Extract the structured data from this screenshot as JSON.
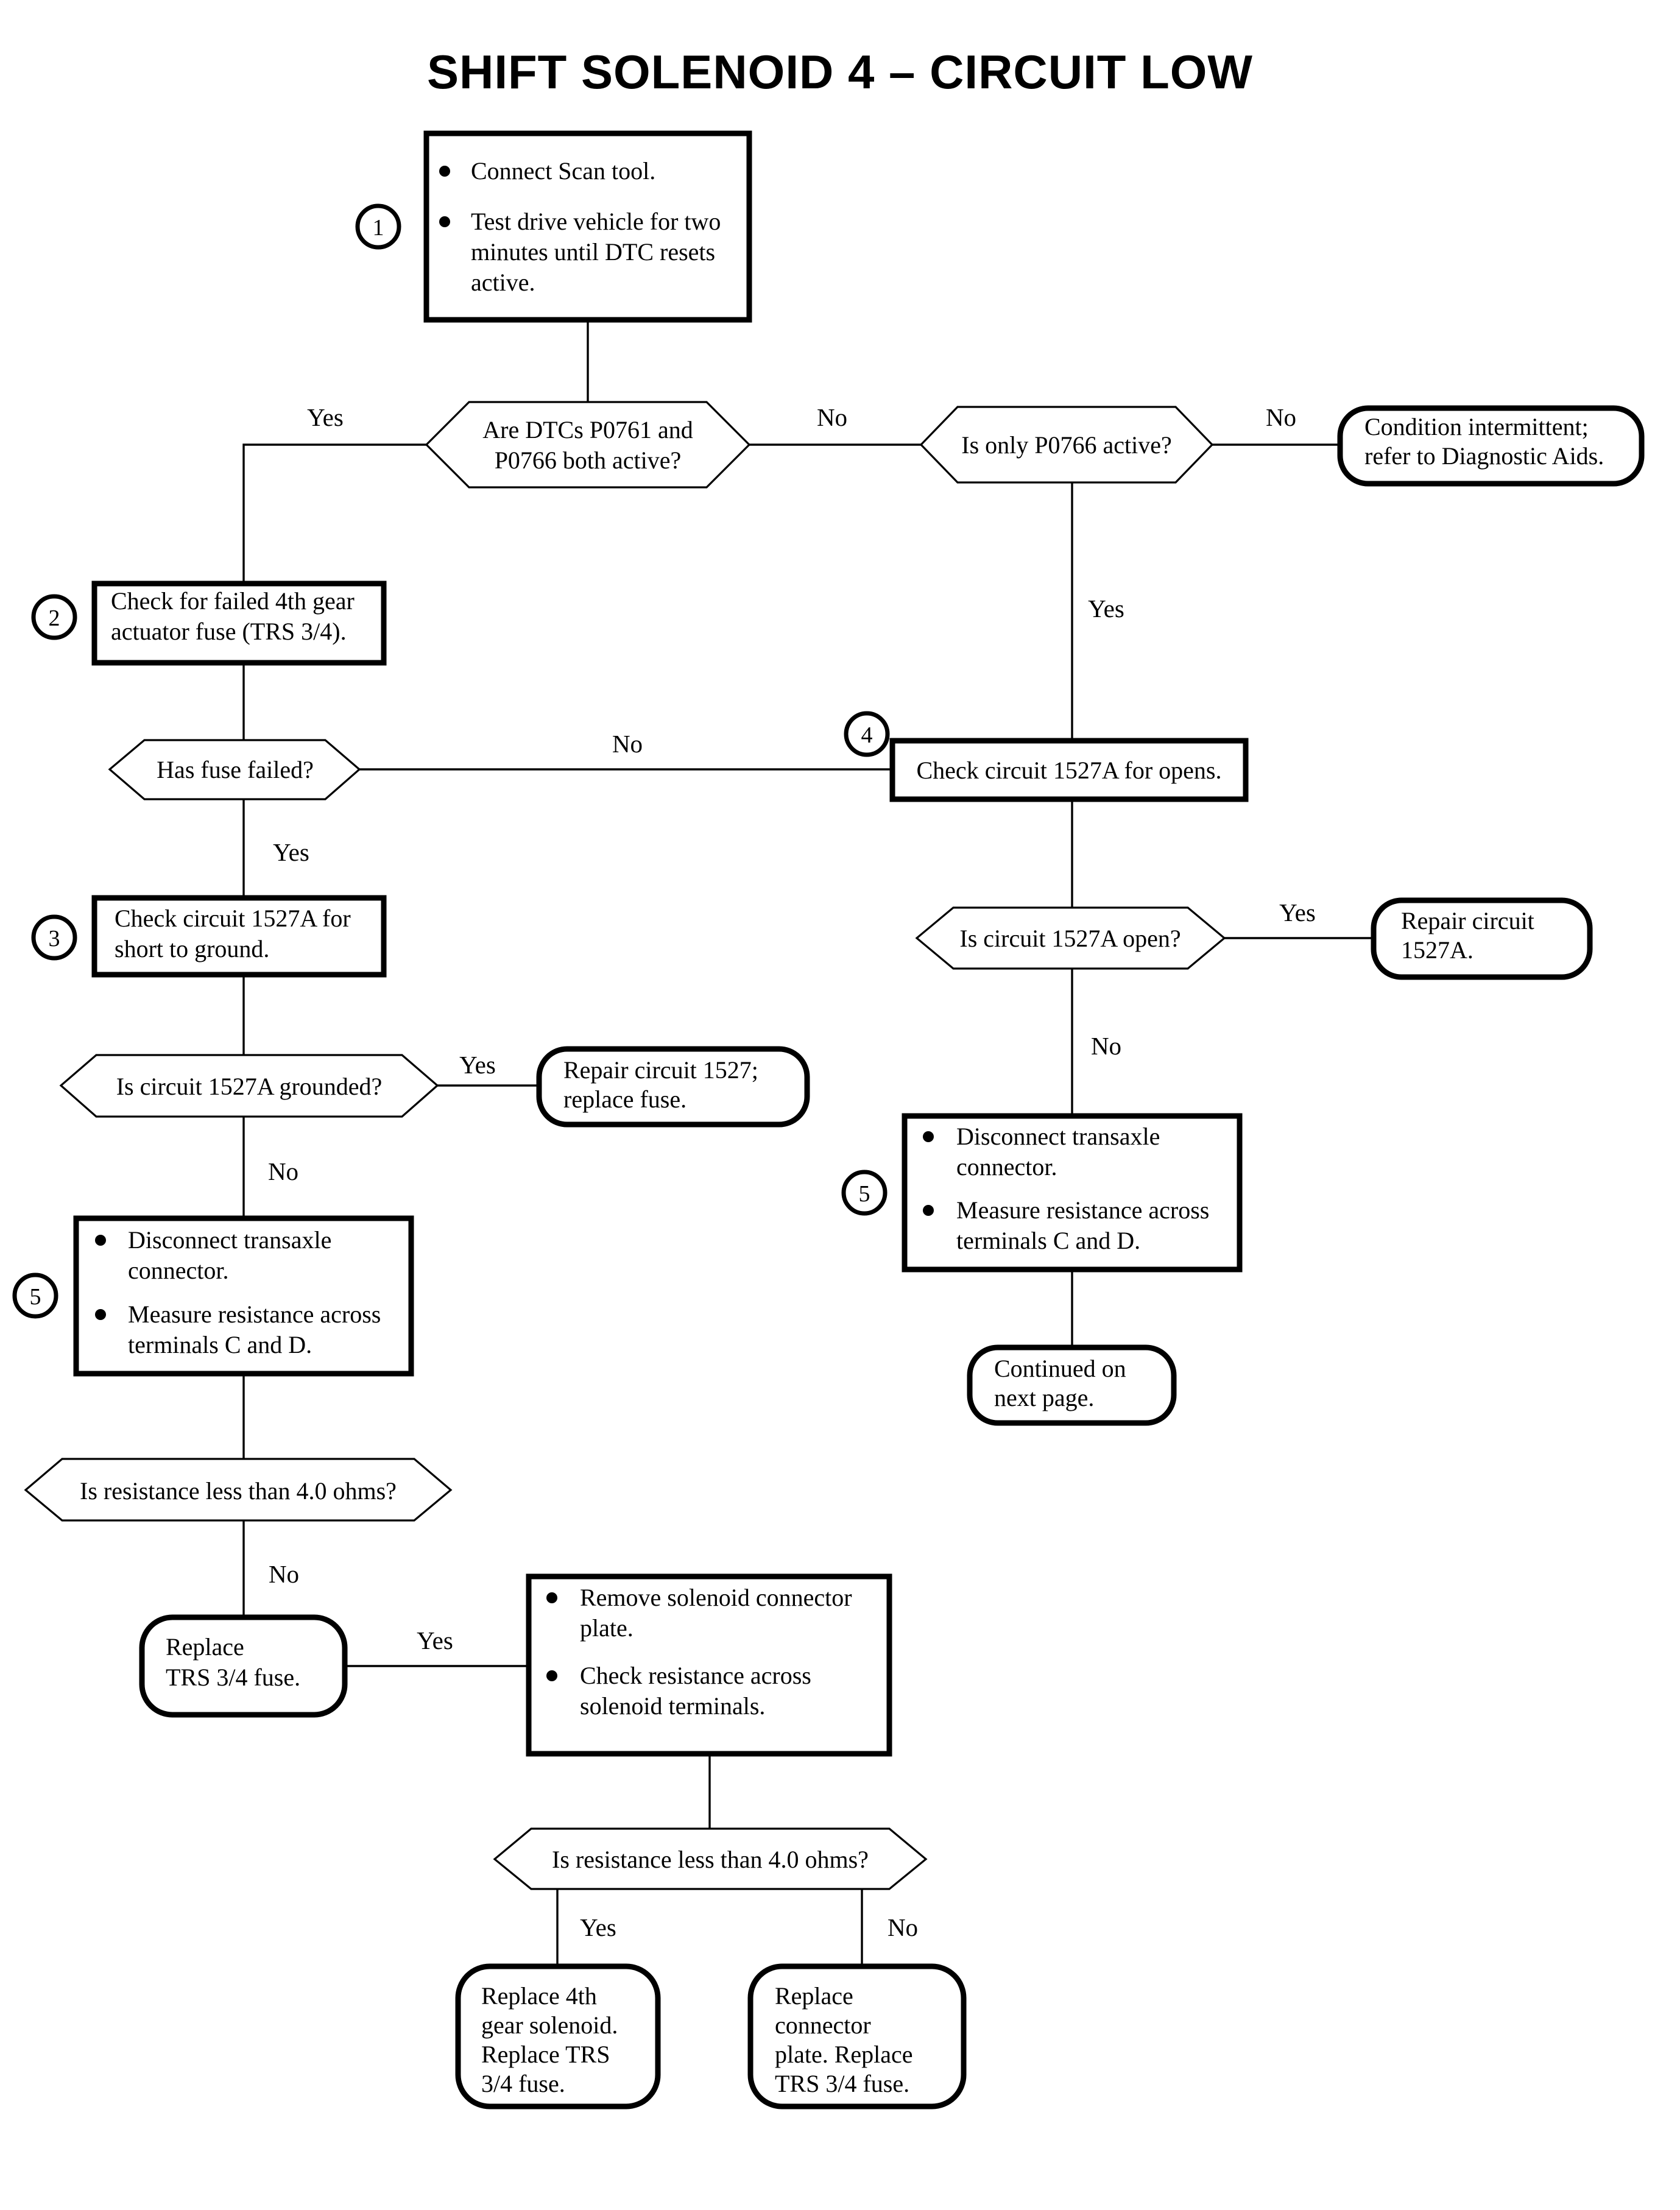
{
  "document": {
    "title": "SHIFT SOLENOID 4 – CIRCUIT LOW"
  },
  "chart_data": {
    "type": "flowchart",
    "title": "SHIFT SOLENOID 4 – CIRCUIT LOW",
    "shape_legend": {
      "process": "rectangle with thick border",
      "decision": "hexagon with thin border",
      "terminal": "rounded rectangle with thick border"
    },
    "nodes": [
      {
        "id": "step1",
        "type": "process",
        "step_marker": "1",
        "bullets": [
          "Connect Scan tool.",
          "Test drive vehicle for two minutes until DTC resets active."
        ]
      },
      {
        "id": "d1",
        "type": "decision",
        "text": "Are DTCs P0761 and P0766 both active?"
      },
      {
        "id": "d2",
        "type": "decision",
        "text": "Is only P0766 active?"
      },
      {
        "id": "t1",
        "type": "terminal",
        "text": "Condition intermittent; refer to Diagnostic Aids."
      },
      {
        "id": "step2",
        "type": "process",
        "step_marker": "2",
        "text": "Check for failed 4th gear actuator fuse (TRS 3/4)."
      },
      {
        "id": "d3",
        "type": "decision",
        "text": "Has fuse failed?"
      },
      {
        "id": "step4",
        "type": "process",
        "step_marker": "4",
        "text": "Check circuit 1527A for opens."
      },
      {
        "id": "step3",
        "type": "process",
        "step_marker": "3",
        "text": "Check circuit 1527A for short to ground."
      },
      {
        "id": "d4",
        "type": "decision",
        "text": "Is circuit 1527A open?"
      },
      {
        "id": "t2",
        "type": "terminal",
        "text": "Repair circuit 1527A."
      },
      {
        "id": "d5",
        "type": "decision",
        "text": "Is circuit 1527A grounded?"
      },
      {
        "id": "t3",
        "type": "terminal",
        "text": "Repair circuit 1527; replace fuse."
      },
      {
        "id": "step5right",
        "type": "process",
        "step_marker": "5",
        "bullets": [
          "Disconnect transaxle connector.",
          "Measure resistance across terminals C and D."
        ]
      },
      {
        "id": "t4",
        "type": "terminal",
        "text": "Continued on next page."
      },
      {
        "id": "step5left",
        "type": "process",
        "step_marker": "5",
        "bullets": [
          "Disconnect transaxle connector.",
          "Measure resistance across terminals C and D."
        ]
      },
      {
        "id": "d6",
        "type": "decision",
        "text": "Is resistance less than 4.0 ohms?"
      },
      {
        "id": "t5",
        "type": "terminal",
        "text": "Replace TRS 3/4 fuse."
      },
      {
        "id": "step6",
        "type": "process",
        "bullets": [
          "Remove solenoid connector plate.",
          "Check resistance across solenoid terminals."
        ]
      },
      {
        "id": "d7",
        "type": "decision",
        "text": "Is resistance less than 4.0 ohms?"
      },
      {
        "id": "t6",
        "type": "terminal",
        "text": "Replace 4th gear solenoid. Replace TRS 3/4 fuse."
      },
      {
        "id": "t7",
        "type": "terminal",
        "text": "Replace connector plate. Replace TRS 3/4 fuse."
      }
    ],
    "edges": [
      {
        "from": "step1",
        "to": "d1",
        "label": ""
      },
      {
        "from": "d1",
        "to": "step2",
        "label": "Yes"
      },
      {
        "from": "d1",
        "to": "d2",
        "label": "No"
      },
      {
        "from": "d2",
        "to": "t1",
        "label": "No"
      },
      {
        "from": "d2",
        "to": "step4",
        "label": "Yes"
      },
      {
        "from": "step2",
        "to": "d3",
        "label": ""
      },
      {
        "from": "d3",
        "to": "step4",
        "label": "No"
      },
      {
        "from": "d3",
        "to": "step3",
        "label": "Yes"
      },
      {
        "from": "step4",
        "to": "d4",
        "label": ""
      },
      {
        "from": "d4",
        "to": "t2",
        "label": "Yes"
      },
      {
        "from": "d4",
        "to": "step5right",
        "label": "No"
      },
      {
        "from": "step3",
        "to": "d5",
        "label": ""
      },
      {
        "from": "d5",
        "to": "t3",
        "label": "Yes"
      },
      {
        "from": "d5",
        "to": "step5left",
        "label": "No"
      },
      {
        "from": "step5right",
        "to": "t4",
        "label": ""
      },
      {
        "from": "step5left",
        "to": "d6",
        "label": ""
      },
      {
        "from": "d6",
        "to": "t5",
        "label": "No"
      },
      {
        "from": "t5",
        "to": "step6",
        "label": "Yes"
      },
      {
        "from": "step6",
        "to": "d7",
        "label": ""
      },
      {
        "from": "d7",
        "to": "t6",
        "label": "Yes"
      },
      {
        "from": "d7",
        "to": "t7",
        "label": "No"
      }
    ]
  },
  "labels": {
    "step_markers": {
      "one": "1",
      "two": "2",
      "three": "3",
      "four": "4",
      "five_left": "5",
      "five_right": "5"
    },
    "step1": {
      "bullet1": "Connect Scan tool.",
      "bullet2_line1": "Test drive vehicle for two",
      "bullet2_line2": "minutes until DTC resets",
      "bullet2_line3": "active."
    },
    "d1": {
      "line1": "Are DTCs P0761 and",
      "line2": "P0766 both active?"
    },
    "d2": {
      "line1": "Is only P0766 active?"
    },
    "t1": {
      "line1": "Condition intermittent;",
      "line2": "refer to Diagnostic Aids."
    },
    "step2": {
      "line1": "Check for failed 4th gear",
      "line2": "actuator fuse (TRS 3/4)."
    },
    "d3": {
      "line1": "Has fuse failed?"
    },
    "step4": {
      "line1": "Check circuit 1527A for opens."
    },
    "step3": {
      "line1": "Check circuit 1527A for",
      "line2": "short to ground."
    },
    "d4": {
      "line1": "Is circuit 1527A open?"
    },
    "t2": {
      "line1": "Repair circuit",
      "line2": "1527A."
    },
    "d5": {
      "line1": "Is circuit 1527A grounded?"
    },
    "t3": {
      "line1": "Repair circuit 1527;",
      "line2": "replace fuse."
    },
    "step5right": {
      "b1l1": "Disconnect transaxle",
      "b1l2": "connector.",
      "b2l1": "Measure resistance across",
      "b2l2": "terminals C and D."
    },
    "t4": {
      "line1": "Continued on",
      "line2": "next page."
    },
    "step5left": {
      "b1l1": "Disconnect transaxle",
      "b1l2": "connector.",
      "b2l1": "Measure resistance across",
      "b2l2": "terminals C and D."
    },
    "d6": {
      "line1": "Is resistance less than 4.0 ohms?"
    },
    "t5": {
      "line1": "Replace",
      "line2": "TRS 3/4 fuse."
    },
    "step6": {
      "b1l1": "Remove solenoid connector",
      "b1l2": "plate.",
      "b2l1": "Check resistance across",
      "b2l2": "solenoid terminals."
    },
    "d7": {
      "line1": "Is resistance less than 4.0 ohms?"
    },
    "t6": {
      "line1": "Replace 4th",
      "line2": "gear solenoid.",
      "line3": "Replace TRS",
      "line4": "3/4 fuse."
    },
    "t7": {
      "line1": "Replace",
      "line2": "connector",
      "line3": "plate. Replace",
      "line4": "TRS 3/4 fuse."
    },
    "edges": {
      "d1_yes": "Yes",
      "d1_no": "No",
      "d2_no": "No",
      "d2_yes": "Yes",
      "d3_no": "No",
      "d3_yes": "Yes",
      "d4_yes": "Yes",
      "d4_no": "No",
      "d5_yes": "Yes",
      "d5_no": "No",
      "d6_no": "No",
      "t5_yes": "Yes",
      "d7_yes": "Yes",
      "d7_no": "No"
    }
  },
  "colors": {
    "stroke": "#000000",
    "background": "#ffffff"
  }
}
